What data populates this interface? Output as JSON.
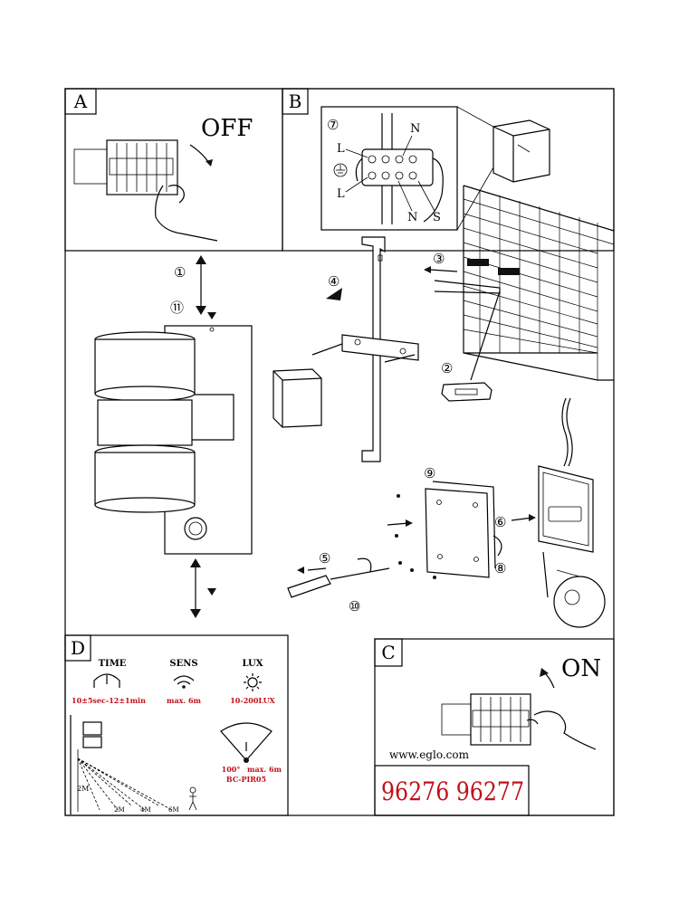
{
  "panels": {
    "a": {
      "label": "A",
      "off_text": "OFF"
    },
    "b": {
      "label": "B",
      "terminal_labels": {
        "l_top": "L",
        "n_top": "N",
        "l_bottom": "L",
        "n_bottom": "N",
        "s_bottom": "S"
      },
      "steps": [
        "①",
        "②",
        "③",
        "④",
        "⑤",
        "⑥",
        "⑦",
        "⑧",
        "⑨",
        "⑩",
        "⑪"
      ]
    },
    "c": {
      "label": "C",
      "on_text": "ON",
      "website": "www.eglo.com",
      "product_numbers": "96276 96277"
    },
    "d": {
      "label": "D",
      "time": {
        "title": "TIME",
        "value": "10±5sec-12±1min"
      },
      "sens": {
        "title": "SENS",
        "value": "max. 6m"
      },
      "lux": {
        "title": "LUX",
        "value": "10-200LUX"
      },
      "detector": {
        "angle": "100°",
        "range": "max. 6m",
        "model": "BC-PIR05"
      },
      "height_label": "2M",
      "distances": [
        "2M",
        "4M",
        "6M"
      ]
    }
  },
  "colors": {
    "accent_red": "#c0111b",
    "line": "#000000"
  }
}
